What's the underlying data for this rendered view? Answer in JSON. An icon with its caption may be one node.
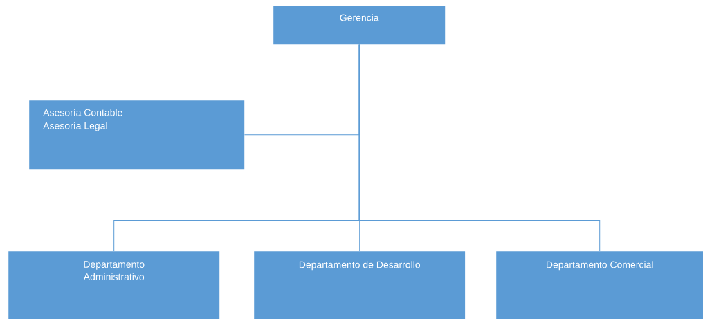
{
  "diagram": {
    "nodes": [
      {
        "text": [
          "Gerencia"
        ]
      },
      {
        "text": [
          "Asesoría Contable",
          "Asesoría Legal"
        ]
      },
      {
        "text": [
          "Departamento Administrativo"
        ]
      },
      {
        "text": [
          "Departamento de Desarrollo"
        ]
      },
      {
        "text": [
          "Departamento Comercial"
        ]
      }
    ],
    "edges": [
      {
        "from": 0,
        "to": 1,
        "arrow": "none"
      },
      {
        "from": 0,
        "to": 2,
        "arrow": "none"
      },
      {
        "from": 0,
        "to": 3,
        "arrow": "none"
      },
      {
        "from": 0,
        "to": 4,
        "arrow": "none"
      }
    ]
  }
}
